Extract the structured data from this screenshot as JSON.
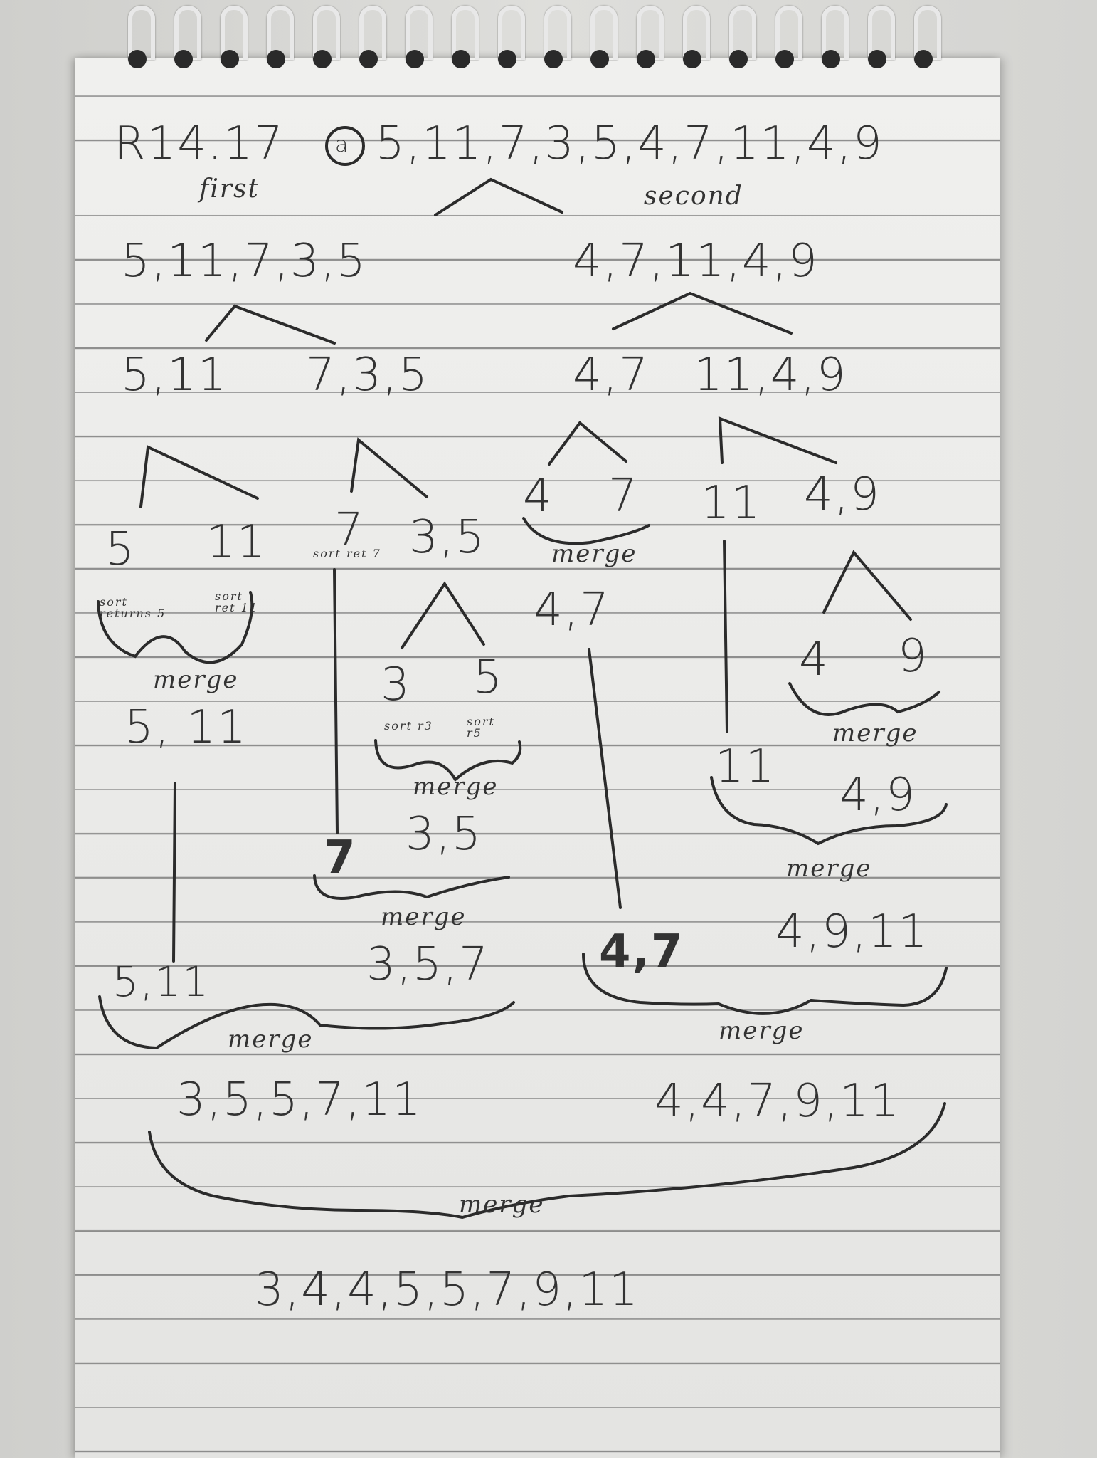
{
  "header": {
    "problem": "R14.17",
    "circle_mark": "a",
    "input_list": "5,11,7,3,5,4,7,11,4,9"
  },
  "labels": {
    "first": "first",
    "second": "second",
    "merge": "merge"
  },
  "level1": {
    "left": "5,11,7,3,5",
    "right": "4,7,11,4,9"
  },
  "level2": {
    "a": "5,11",
    "b": "7,3,5",
    "c": "4,7",
    "d": "11,4,9"
  },
  "level3": {
    "a": "5",
    "b": "11",
    "c": "7",
    "d": "3,5",
    "e": "4",
    "f": "7",
    "g": "11",
    "h": "4,9"
  },
  "notes": {
    "sort_returns_5": "sort returns 5",
    "sort_ret_11": "sort ret 11",
    "sort_ret_7": "sort ret 7",
    "sort_r3": "sort r3",
    "sort_r5": "sort r5"
  },
  "merges": {
    "m_5_11": "5, 11",
    "m_4_7": "4,7",
    "leaf_3": "3",
    "leaf_5": "5",
    "leaf_4": "4",
    "leaf_9": "9",
    "m_3_5": "3,5",
    "m_4_9": "4,9",
    "carry_11": "11",
    "carry_7": "7",
    "m_3_5_7": "3,5,7",
    "m_4_9_11": "4,9,11",
    "carry_5_11": "5,11",
    "carry_4_7": "4,7",
    "m_left": "3,5,5,7,11",
    "m_right": "4,4,7,9,11",
    "final": "3,4,4,5,5,7,9,11"
  }
}
